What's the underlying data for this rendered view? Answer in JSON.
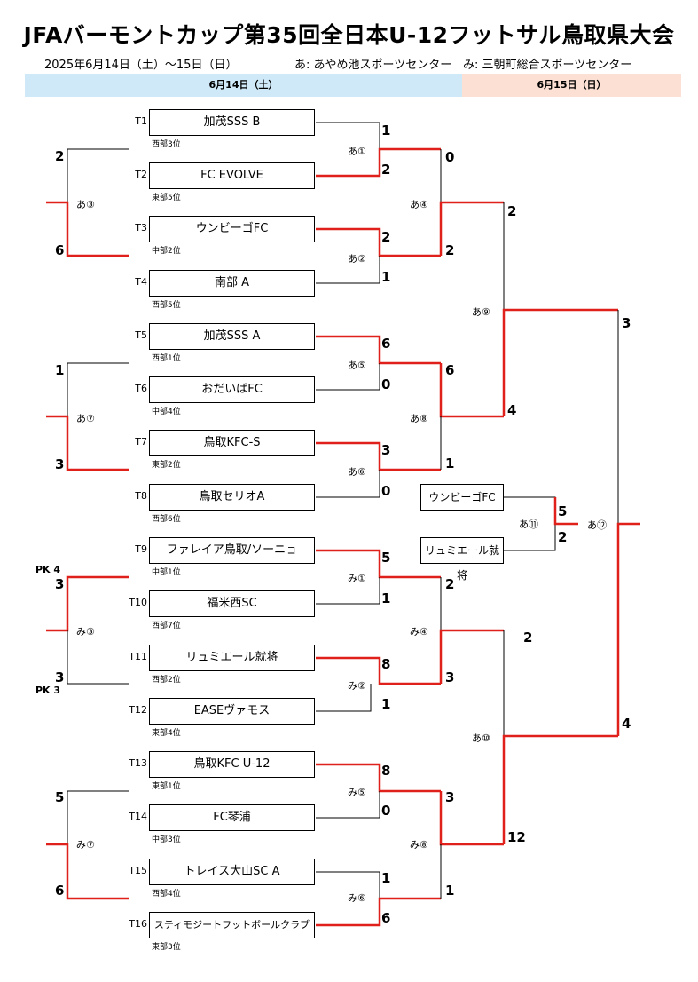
{
  "header": {
    "title": "JFAバーモントカップ第35回全日本U-12フットサル鳥取県大会",
    "dates": "2025年6月14日（土）～15日（日）",
    "venue_a": "あ: あやめ池スポーツセンター",
    "venue_mi": "み: 三朝町総合スポーツセンター",
    "day1": "6月14日（土）",
    "day2": "6月15日（日）"
  },
  "teams": [
    {
      "num": "T1",
      "name": "加茂SSS B",
      "rank": "西部3位"
    },
    {
      "num": "T2",
      "name": "FC EVOLVE",
      "rank": "東部5位"
    },
    {
      "num": "T3",
      "name": "ウンビーゴFC",
      "rank": "中部2位"
    },
    {
      "num": "T4",
      "name": "南部 A",
      "rank": "西部5位"
    },
    {
      "num": "T5",
      "name": "加茂SSS A",
      "rank": "西部1位"
    },
    {
      "num": "T6",
      "name": "おだいばFC",
      "rank": "中部4位"
    },
    {
      "num": "T7",
      "name": "鳥取KFC-S",
      "rank": "東部2位"
    },
    {
      "num": "T8",
      "name": "鳥取セリオA",
      "rank": "西部6位"
    },
    {
      "num": "T9",
      "name": "ファレイア鳥取/ソーニョ",
      "rank": "中部1位"
    },
    {
      "num": "T10",
      "name": "福米西SC",
      "rank": "西部7位"
    },
    {
      "num": "T11",
      "name": "リュミエール就将",
      "rank": "西部2位"
    },
    {
      "num": "T12",
      "name": "EASEヴァモス",
      "rank": "東部4位"
    },
    {
      "num": "T13",
      "name": "鳥取KFC  U-12",
      "rank": "東部1位"
    },
    {
      "num": "T14",
      "name": "FC琴浦",
      "rank": "中部3位"
    },
    {
      "num": "T15",
      "name": "トレイス大山SC A",
      "rank": "西部4位"
    },
    {
      "num": "T16",
      "name": "スティモジートフットボールクラブ",
      "rank": "東部3位"
    }
  ],
  "third_place": {
    "team_a": "ウンビーゴFC",
    "team_b": "リュミエール就将",
    "match": "あ⑪",
    "score_a": "5",
    "score_b": "2"
  },
  "matches": {
    "a1": {
      "label": "あ①",
      "s1": "1",
      "s2": "2"
    },
    "a2": {
      "label": "あ②",
      "s1": "2",
      "s2": "1"
    },
    "a5": {
      "label": "あ⑤",
      "s1": "6",
      "s2": "0"
    },
    "a6": {
      "label": "あ⑥",
      "s1": "3",
      "s2": "0"
    },
    "m1": {
      "label": "み①",
      "s1": "5",
      "s2": "1"
    },
    "m2": {
      "label": "み②",
      "s1": "8",
      "s2": "1"
    },
    "m5": {
      "label": "み⑤",
      "s1": "8",
      "s2": "0"
    },
    "m6": {
      "label": "み⑥",
      "s1": "1",
      "s2": "6"
    },
    "a4": {
      "label": "あ④",
      "s1": "0",
      "s2": "2"
    },
    "a8": {
      "label": "あ⑧",
      "s1": "6",
      "s2": "1"
    },
    "m4": {
      "label": "み④",
      "s1": "2",
      "s2": "3"
    },
    "m8": {
      "label": "み⑧",
      "s1": "3",
      "s2": "1"
    },
    "a3": {
      "label": "あ③",
      "s1": "2",
      "s2": "6"
    },
    "a7": {
      "label": "あ⑦",
      "s1": "1",
      "s2": "3"
    },
    "m3": {
      "label": "み③",
      "s1": "3",
      "s2": "3",
      "pk1": "PK 4",
      "pk2": "PK 3"
    },
    "m7": {
      "label": "み⑦",
      "s1": "5",
      "s2": "6"
    },
    "a9": {
      "label": "あ⑨",
      "s1": "2",
      "s2": "4"
    },
    "a10": {
      "label": "あ⑩",
      "s1": "2",
      "s2": "12"
    },
    "a12": {
      "label": "あ⑫",
      "s1": "3",
      "s2": "4"
    }
  },
  "colors": {
    "winner_line": "#e0201b",
    "line": "#000000",
    "day1_band": "#cfe9f8",
    "day2_band": "#fbe0d3"
  }
}
